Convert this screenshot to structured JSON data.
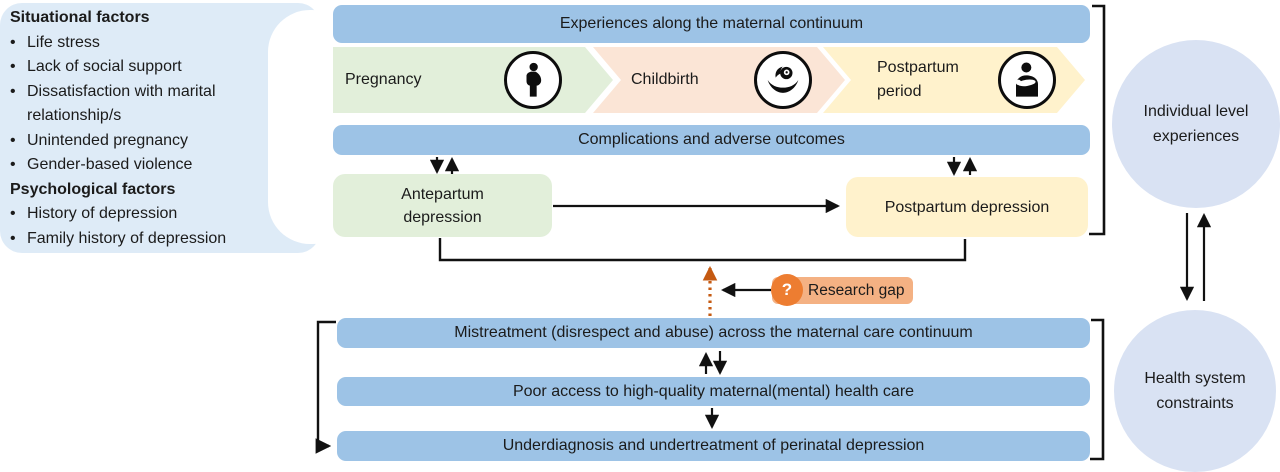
{
  "left_panel": {
    "sections": [
      {
        "title": "Situational factors",
        "items": [
          "Life stress",
          "Lack of social support",
          "Dissatisfaction with marital relationship/s",
          "Unintended pregnancy",
          "Gender-based violence"
        ]
      },
      {
        "title": "Psychological factors",
        "items": [
          "History of depression",
          "Family history of depression"
        ]
      }
    ]
  },
  "top_bar": "Experiences along the maternal continuum",
  "stages": [
    {
      "label": "Pregnancy",
      "icon": "pregnant-woman-icon",
      "color": "#E2EFDA"
    },
    {
      "label": "Childbirth",
      "icon": "newborn-in-hands-icon",
      "color": "#FBE5D6"
    },
    {
      "label": "Postpartum period",
      "icon": "mother-holding-baby-icon",
      "color": "#FFF2CC"
    }
  ],
  "complications_bar": "Complications and adverse outcomes",
  "boxes": {
    "antepartum": "Antepartum depression",
    "postpartum": "Postpartum depression"
  },
  "research_gap": {
    "question_mark": "?",
    "label": "Research gap"
  },
  "bottom_bars": [
    "Mistreatment (disrespect and abuse) across the maternal care continuum",
    "Poor access to high-quality maternal(mental) health care",
    "Underdiagnosis and undertreatment of perinatal depression"
  ],
  "circles": [
    {
      "label": "Individual level experiences"
    },
    {
      "label": "Health system constraints"
    }
  ],
  "colors": {
    "bar_blue": "#9DC3E6",
    "panel_blue": "#DEEBF7",
    "circle_lavender": "#D9E2F3",
    "stage_green": "#E2EFDA",
    "stage_pink": "#FBE5D6",
    "stage_yellow": "#FFF2CC",
    "badge_orange": "#F4B183",
    "badge_circle_orange": "#ED7D31",
    "dotted_arrow_orange": "#C55A11"
  }
}
